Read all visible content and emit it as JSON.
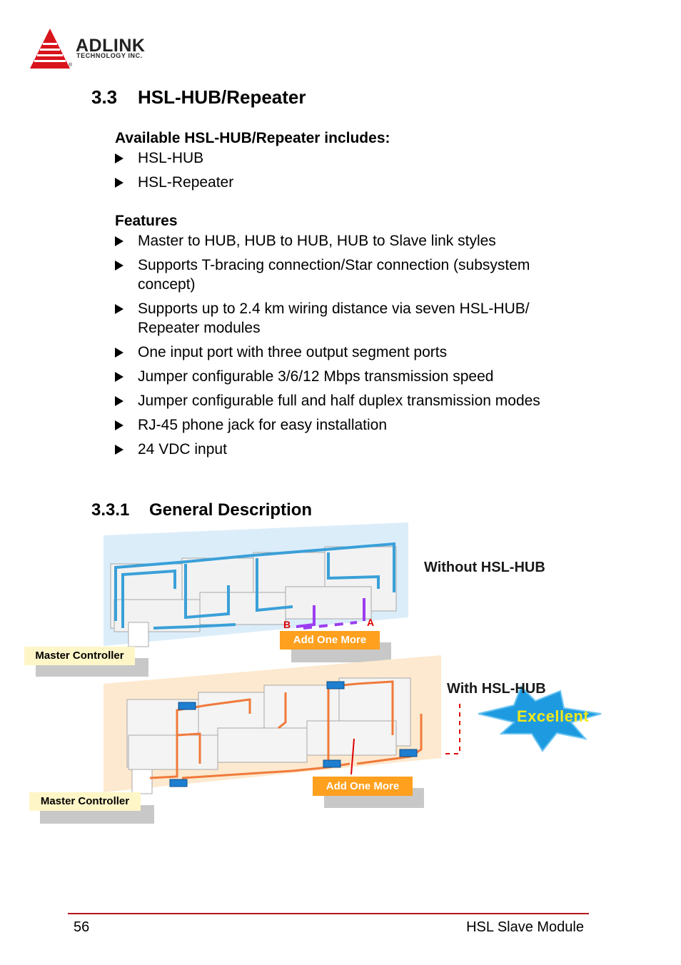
{
  "header": {
    "logo_name": "ADLINK",
    "logo_tagline": "TECHNOLOGY INC.",
    "logo_reg": "®"
  },
  "section": {
    "number": "3.3",
    "title": "HSL-HUB/Repeater",
    "includes_heading": "Available HSL-HUB/Repeater includes:",
    "includes": [
      "HSL-HUB",
      "HSL-Repeater"
    ],
    "features_heading": "Features",
    "features": [
      "Master to HUB, HUB to HUB, HUB to Slave link styles",
      "Supports T-bracing connection/Star connection (subsystem concept)",
      "Supports up to 2.4 km wiring distance via seven HSL-HUB/ Repeater modules",
      "One input port with three output segment ports",
      "Jumper configurable 3/6/12 Mbps transmission speed",
      "Jumper configurable full and half duplex transmission modes",
      "RJ-45 phone jack for easy installation",
      "24 VDC input"
    ]
  },
  "subsection": {
    "number": "3.3.1",
    "title": "General Description"
  },
  "figure": {
    "label_without": "Without HSL-HUB",
    "label_with": "With HSL-HUB",
    "master_controller_top": "Master Controller",
    "master_controller_bottom": "Master Controller",
    "add_one_more_top": "Add One More",
    "add_one_more_bottom": "Add One More",
    "excellent": "Excellent",
    "point_a": "A",
    "point_b": "B",
    "colors": {
      "cable_blue": "#3aa0d8",
      "cable_orange": "#f07a3a",
      "badge_orange": "#ffa01e",
      "star_blue": "#1e9be0"
    }
  },
  "footer": {
    "page_number": "56",
    "doc_title": "HSL Slave Module"
  }
}
